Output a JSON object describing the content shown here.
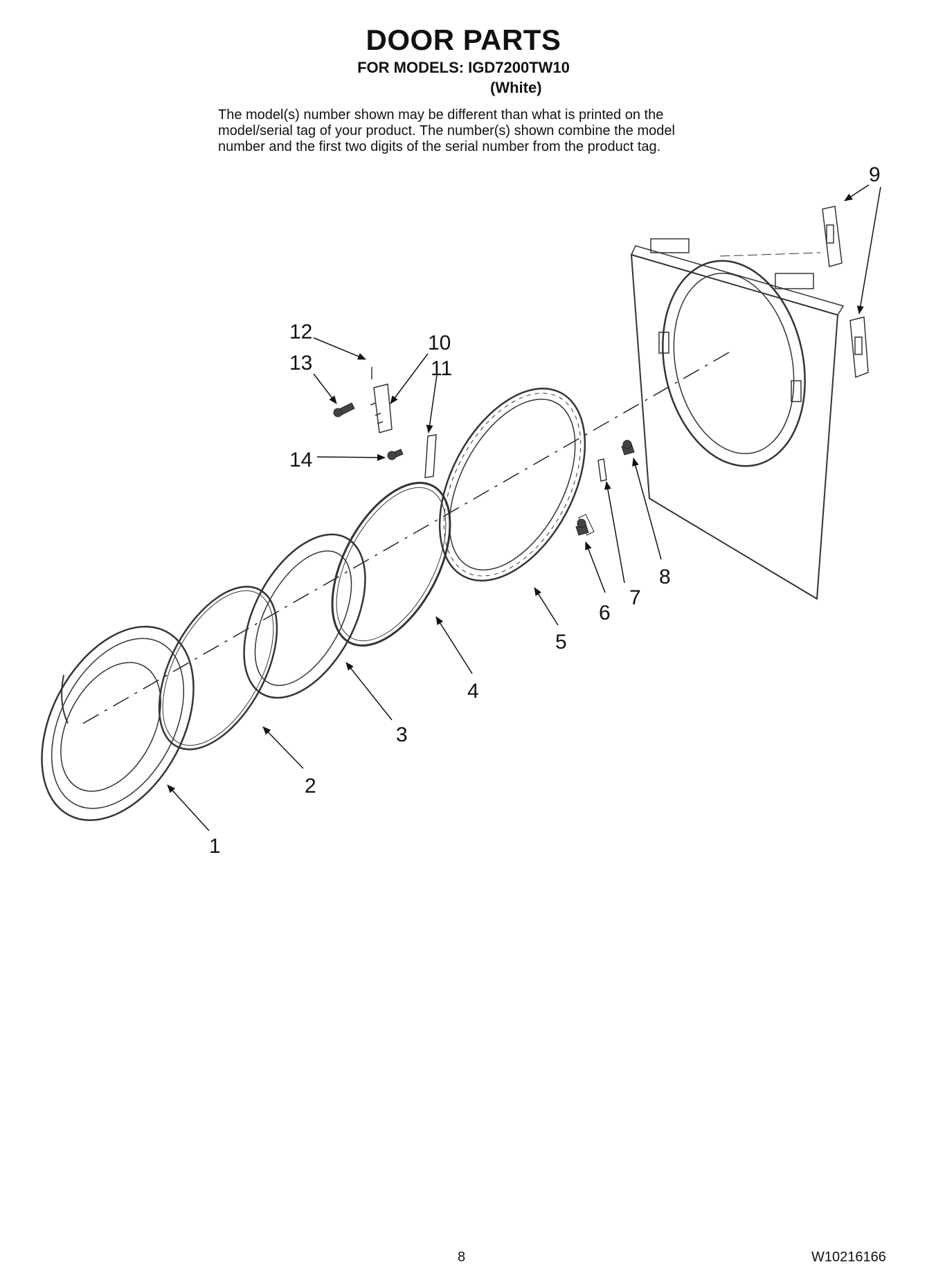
{
  "header": {
    "title": "DOOR PARTS",
    "models_line": "FOR MODELS: IGD7200TW10",
    "variant": "(White)"
  },
  "note": {
    "lines": [
      "The model(s) number shown may be different than what is printed on the",
      "model/serial tag of your product. The number(s) shown combine the model",
      "number and the first two digits of the serial number from the product tag."
    ]
  },
  "callouts": [
    "1",
    "2",
    "3",
    "4",
    "5",
    "6",
    "7",
    "8",
    "9",
    "9",
    "10",
    "11",
    "12",
    "13",
    "14"
  ],
  "footer": {
    "page_number": "8",
    "document_id": "W10216166"
  }
}
